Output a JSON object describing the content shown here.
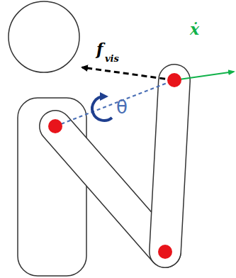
{
  "diagram": {
    "labels": [
      "f",
      "vis",
      "θ",
      "ẋ"
    ]
  }
}
